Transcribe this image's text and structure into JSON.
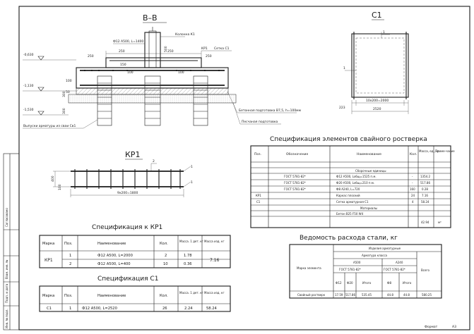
{
  "views": {
    "section_bb": {
      "title": "В–В",
      "rebar_label": "Ф12 А500, L=1400",
      "column_label": "Колонна К1",
      "kr1_tag": "КР1",
      "mesh_tag": "Сетка С1",
      "dims": {
        "d500": "500",
        "d250a": "250",
        "d250b": "250",
        "d250c": "250",
        "d250d": "250",
        "d150": "150",
        "d100a": "100",
        "d100b": "100",
        "d100c": "100",
        "d300a": "300",
        "d300b": "300",
        "d50": "50"
      },
      "levels": {
        "l1": "-0,630",
        "l2": "-1,130",
        "l3": "-1,530"
      },
      "note_concrete": "Бетонная подготовка В7,5, h=100мм",
      "note_sand": "Песчаная подготовка",
      "note_rebar_out": "Выпуски арматуры из сваи Св1"
    },
    "c1": {
      "title": "С1",
      "tag1": "1",
      "tag2": "1",
      "inner_dim": "10х200=2000",
      "dim_223": "223",
      "dim_2520": "2520"
    },
    "kr1": {
      "title": "КР1",
      "tag1": "1",
      "tag2": "1",
      "tag3": "2",
      "dim_bottom": "9х200=1800",
      "dim_400": "400",
      "dim_100": "100"
    }
  },
  "spec_pile": {
    "title": "Спецификация элементов свайного ростверка",
    "headers": [
      "Поз.",
      "Обозначение",
      "Наименование",
      "Кол.",
      "Масса, ед., кг",
      "Приме-чание"
    ],
    "section_assemblies": "Сборочные единицы",
    "section_materials": "Материалы",
    "rows": [
      {
        "pos": "",
        "code": "ГОСТ 5781-82*",
        "name": "Ф12 А500, Lобщ=1525 п.м.",
        "qty": "-",
        "mass": "1354.2",
        "note": ""
      },
      {
        "pos": "",
        "code": "ГОСТ 5781-82*",
        "name": "Ф20 А500, Lобщ=210 п.м.",
        "qty": "-",
        "mass": "517.86",
        "note": ""
      },
      {
        "pos": "",
        "code": "ГОСТ 5781-82*",
        "name": "Ф8 А240, L=720",
        "qty": "160",
        "mass": "0.28",
        "note": ""
      },
      {
        "pos": "КР1",
        "code": "",
        "name": "Каркас плоский",
        "qty": "24",
        "mass": "7.16",
        "note": ""
      },
      {
        "pos": "С1",
        "code": "",
        "name": "Сетка арматурная С1",
        "qty": "4",
        "mass": "58.24",
        "note": ""
      },
      {
        "pos": "",
        "code": "",
        "name": "Бетон В25 F50 W4",
        "qty": "",
        "mass": "42.94",
        "note": "м³"
      }
    ]
  },
  "spec_kr1": {
    "title": "Спецификация к КР1",
    "headers": [
      "Марка",
      "Поз.",
      "Наименование",
      "Кол.",
      "Масса. 1 дет. кг",
      "Масса изд. кг"
    ],
    "mark": "КР1",
    "rows": [
      {
        "pos": "1",
        "name": "Ф12 А500, L=2000",
        "qty": "2",
        "mass": "1.78"
      },
      {
        "pos": "2",
        "name": "Ф12 А500, L=400",
        "qty": "10",
        "mass": "0.36"
      }
    ],
    "total": "7.16"
  },
  "spec_c1": {
    "title": "Спецификация С1",
    "headers": [
      "Марка",
      "Поз.",
      "Наименование",
      "Кол.",
      "Масса. 1 дет. кг",
      "Масса изд. кг"
    ],
    "rows": [
      {
        "mark": "С1",
        "pos": "1",
        "name": "Ф12 А500, L=2520",
        "qty": "26",
        "mass": "2.24",
        "total": "58.24"
      }
    ]
  },
  "steel": {
    "title": "Ведомость расхода стали, кг",
    "h_element": "Марка элемента",
    "h_products": "Изделия арматурные",
    "h_class": "Арматура класса",
    "h_a500": "А500",
    "h_a240": "А240",
    "h_gost1": "ГОСТ 5781-82*",
    "h_gost2": "ГОСТ 5781-82*",
    "h_total": "Всего",
    "h_cols": [
      "Ф12",
      "Ф20",
      "Итого",
      "Ф8",
      "Итого"
    ],
    "row": {
      "name": "Свайный ростверк",
      "vals": [
        "17.59",
        "517.86",
        "535.45",
        "44.8",
        "44.8"
      ],
      "total": "580.25"
    }
  },
  "frame": {
    "format_label": "Формат",
    "format_value": "А3",
    "stamp": [
      "Инв. № подл.",
      "Подп. и дата",
      "Взам. инв. №",
      "Согласовано"
    ]
  }
}
